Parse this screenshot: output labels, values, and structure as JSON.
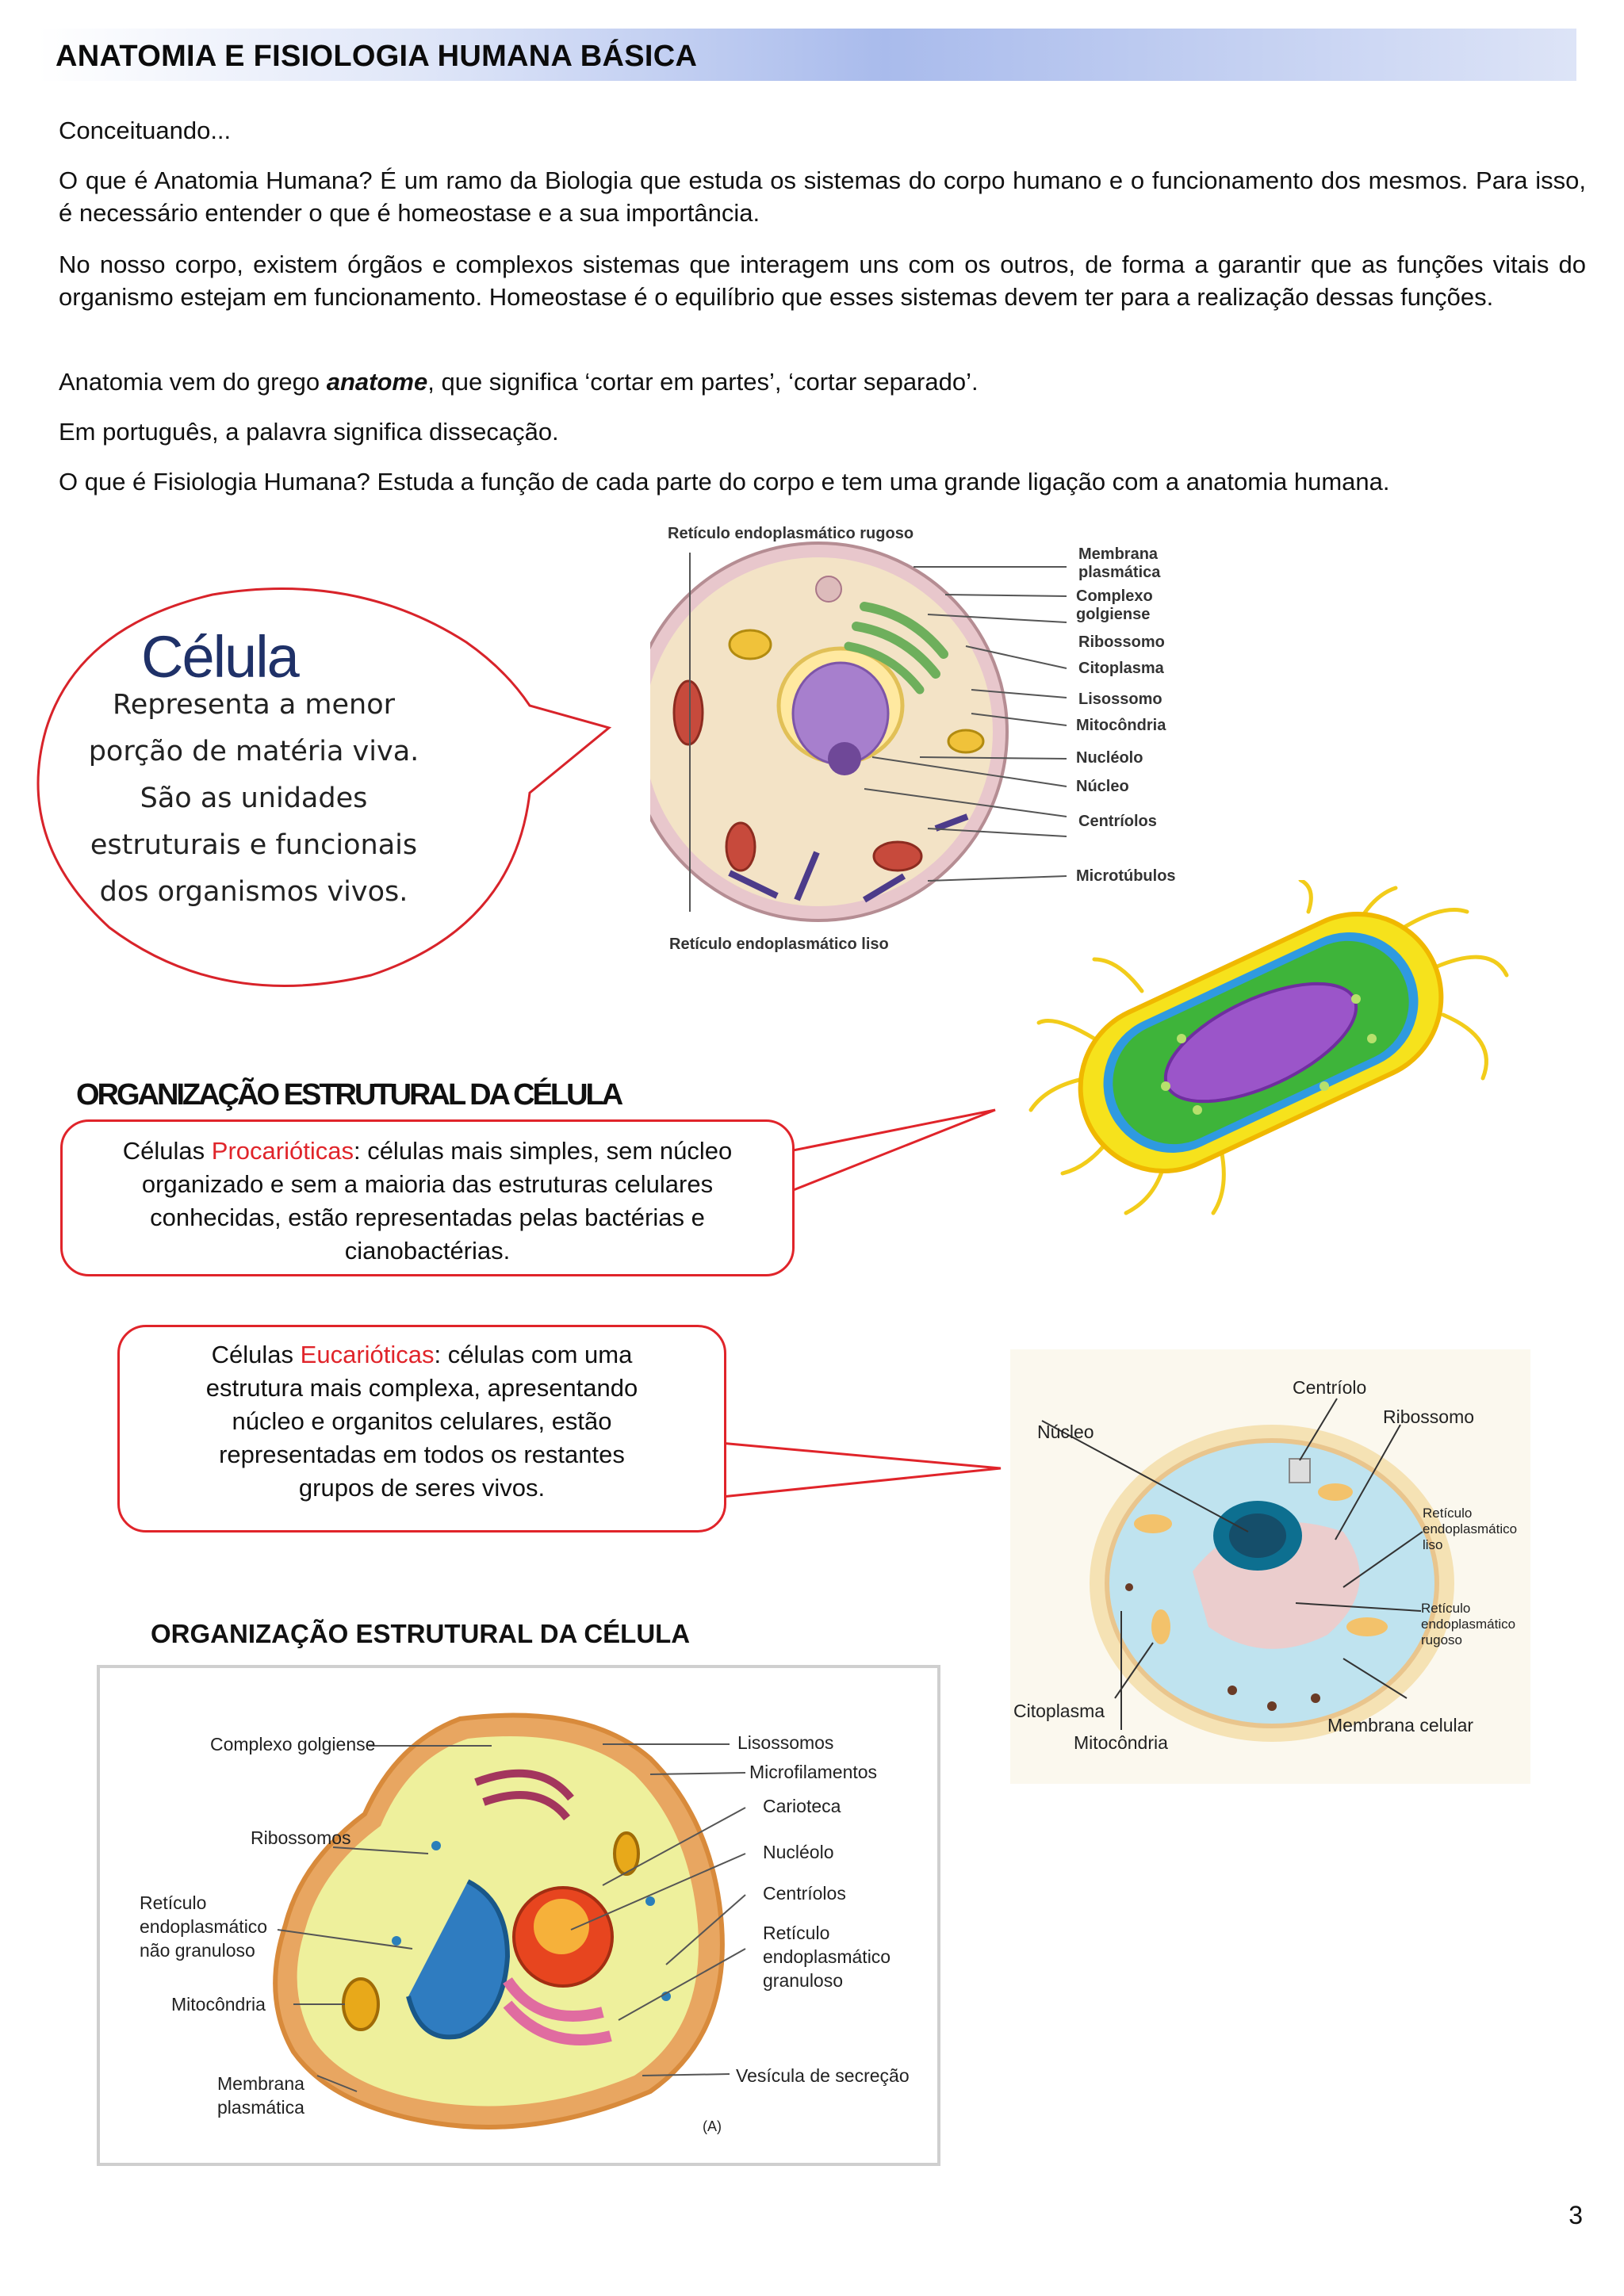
{
  "header": {
    "title": "ANATOMIA E FISIOLOGIA HUMANA BÁSICA"
  },
  "intro": {
    "p1": "Conceituando...",
    "p2": "O que é Anatomia Humana? É um ramo da Biologia que estuda os sistemas do corpo humano e o funcionamento dos mesmos. Para isso, é necessário entender o que é homeostase e a sua importância.",
    "p3": "No nosso corpo, existem órgãos e complexos sistemas que interagem uns com os outros, de forma a garantir que as funções vitais do organismo estejam em funcionamento. Homeostase é o equilíbrio que esses sistemas devem ter para a realização dessas funções.",
    "p4_before": "Anatomia vem do grego ",
    "p4_emph": "anatome",
    "p4_after": ", que significa ‘cortar em partes’, ‘cortar separado’.",
    "p5": "Em português, a palavra significa dissecação.",
    "p6": "O  que é Fisiologia Humana? Estuda a função de cada parte do corpo e tem uma grande ligação com a anatomia humana."
  },
  "bubble": {
    "title": "Célula",
    "line1": "Representa a menor",
    "line2": "porção de matéria viva.",
    "line3": "São as unidades",
    "line4": "estruturais e funcionais",
    "line5": "dos organismos vivos."
  },
  "cell_diagram_1": {
    "top_label": "Retículo endoplasmático rugoso",
    "bottom_label": "Retículo endoplasmático liso",
    "labels": [
      "Membrana",
      "plasmática",
      "Complexo",
      "golgiense",
      "Ribossomo",
      "Citoplasma",
      "Lisossomo",
      "Mitocôndria",
      "Nucléolo",
      "Núcleo",
      "Centríolos",
      "Microtúbulos"
    ]
  },
  "section1": {
    "heading": "ORGANIZAÇÃO ESTRUTURAL DA CÉLULA"
  },
  "prokaryote": {
    "lead": "Células ",
    "term": "Procarióticas",
    "rest_l1": ": células mais simples, sem núcleo",
    "l2": "organizado e sem a maioria das estruturas celulares",
    "l3": "conhecidas, estão representadas pelas bactérias e",
    "l4": "cianobactérias."
  },
  "eukaryote": {
    "lead": "Células ",
    "term": "Eucarióticas",
    "rest_l1": ": células com uma",
    "l2": "estrutura mais complexa, apresentando",
    "l3": "núcleo e organitos celulares, estão",
    "l4": "representadas em todos os restantes",
    "l5": "grupos de seres vivos."
  },
  "cell_diagram_2": {
    "labels": [
      "Centríolo",
      "Ribossomo",
      "Núcleo",
      "Retículo",
      "endoplasmático",
      "liso",
      "Retículo",
      "endoplasmático",
      "rugoso",
      "Citoplasma",
      "Mitocôndria",
      "Membrana celular"
    ]
  },
  "section2": {
    "heading": "ORGANIZAÇÃO ESTRUTURAL DA CÉLULA"
  },
  "cell_diagram_3": {
    "labels": [
      "Complexo golgiense",
      "Lisossomos",
      "Microfilamentos",
      "Carioteca",
      "Ribossomos",
      "Nucléolo",
      "Retículo",
      "endoplasmático",
      "não granuloso",
      "Centríolos",
      "Retículo",
      "endoplasmático",
      "granuloso",
      "Mitocôndria",
      "Membrana",
      "plasmática",
      "Vesícula de secreção",
      "(A)"
    ]
  },
  "footer": {
    "page_number": "3"
  },
  "colors": {
    "accent_red": "#e0242a",
    "title_gradient": "#a9bbec",
    "bubble_title": "#1f3168"
  }
}
